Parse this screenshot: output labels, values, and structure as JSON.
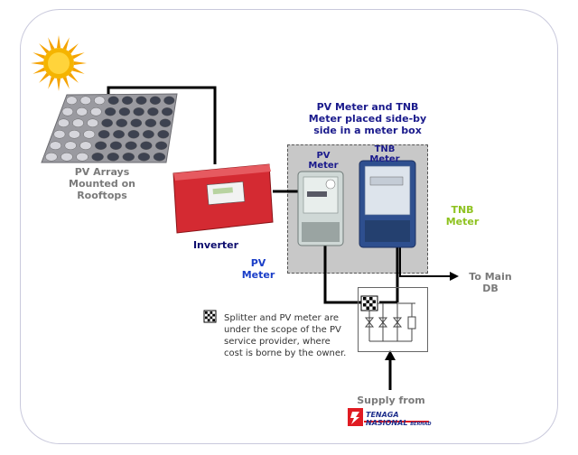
{
  "diagram": {
    "title": "PV Meter and TNB Meter placed side-by side in a meter box",
    "labels": {
      "pv_arrays": "PV Arrays Mounted on Rooftops",
      "inverter": "Inverter",
      "pv_meter_outer": "PV Meter",
      "tnb_meter_outer": "TNB Meter",
      "pv_meter_inbox": "PV Meter",
      "tnb_meter_inbox": "TNB Meter",
      "to_main_db": "To Main DB",
      "supply_from": "Supply from"
    },
    "note": "Splitter and PV meter are under the scope of the PV service provider, where cost is borne by the owner.",
    "logo": {
      "line1": "TENAGA",
      "line2": "NASIONAL",
      "suffix": "BERHAD"
    }
  },
  "colors": {
    "title": "#1a1a8c",
    "pv_meter_label": "#1a3ec8",
    "tnb_meter_label": "#8ec21f",
    "gray_label": "#7a7a7a",
    "inverter_red": "#d42a32",
    "logo_red": "#e01b22",
    "logo_blue": "#1e2f8c"
  },
  "icons": [
    "sun-icon",
    "solar-panel-icon",
    "inverter-icon",
    "pv-meter-icon",
    "tnb-meter-icon",
    "splitter-icon",
    "tnb-logo-icon"
  ]
}
